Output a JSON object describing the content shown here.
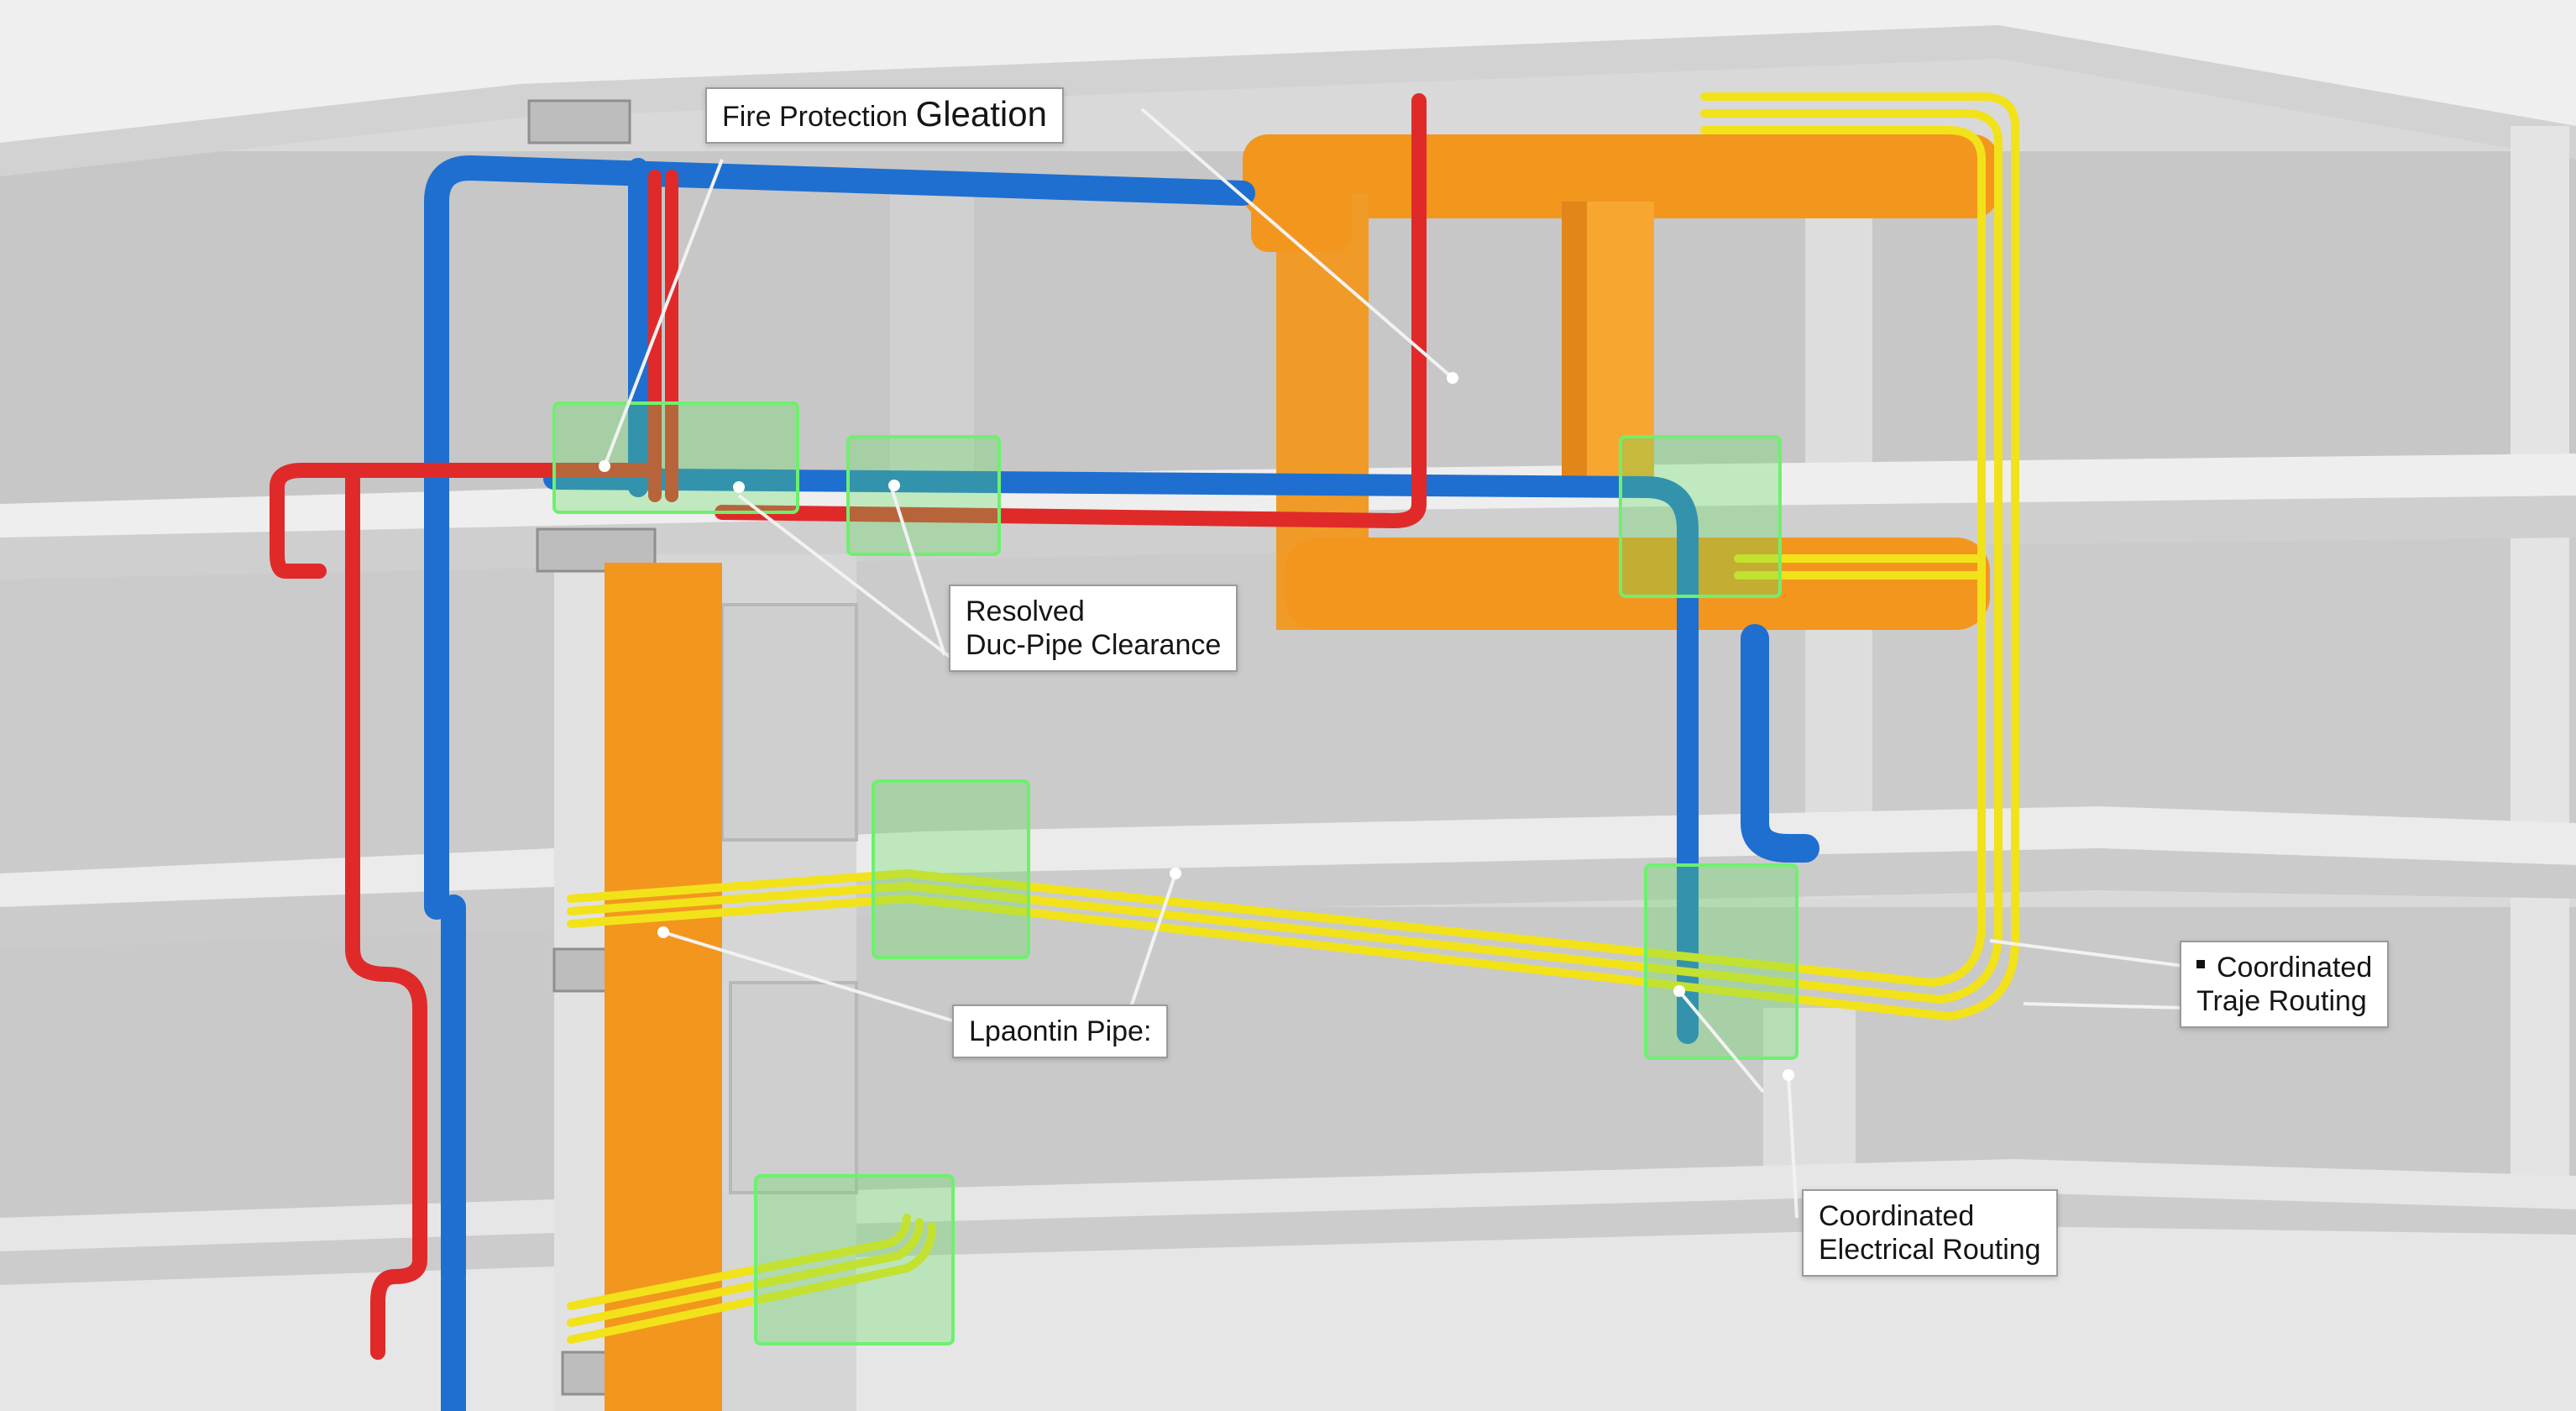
{
  "callouts": {
    "fire_protection": {
      "prefix": "Fire Protection ",
      "suffix": "Gleation"
    },
    "resolved": {
      "line1": "Resolved",
      "line2": "Duc-Pipe Clearance"
    },
    "lpaontin": {
      "text": "Lpaontin Pipe:"
    },
    "tray": {
      "line1": "Coordinated",
      "line2": "Traje Routing"
    },
    "electrical": {
      "line1": "Coordinated",
      "line2": "Electrical Routing"
    }
  },
  "colors": {
    "supply_pipe": "#1e6fd0",
    "fire_pipe": "#e02a2a",
    "duct": "#f3961e",
    "cable_tray": "#f2e21a",
    "clash_zone": "#5fe05f",
    "slab": "#e9e9e9",
    "wall": "#c9c9c9"
  }
}
